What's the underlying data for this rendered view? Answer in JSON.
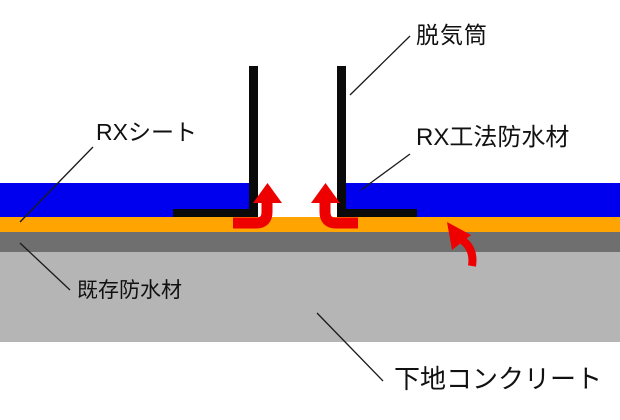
{
  "labels": {
    "vent_pipe": "脱気筒",
    "rx_sheet": "RXシート",
    "rx_method_waterproofing": "RX工法防水材",
    "existing_waterproofing": "既存防水材",
    "base_concrete": "下地コンクリート"
  },
  "layers": [
    {
      "name": "rx-sheet",
      "label": "RXシート",
      "color_key": "rx_sheet_blue"
    },
    {
      "name": "rx-method-waterproofing",
      "label": "RX工法防水材",
      "color_key": "waterproof_orange"
    },
    {
      "name": "existing-waterproofing",
      "label": "既存防水材",
      "color_key": "existing_gray"
    },
    {
      "name": "base-concrete",
      "label": "下地コンクリート",
      "color_key": "concrete_gray"
    }
  ],
  "icons": [
    {
      "name": "airflow-up-left-arrow",
      "meaning": "air escaping upward through vent pipe"
    },
    {
      "name": "airflow-up-right-arrow",
      "meaning": "air escaping upward through vent pipe"
    },
    {
      "name": "moisture-curved-arrow",
      "meaning": "moisture rising from substrate into waterproof layer"
    }
  ],
  "colors": {
    "rx_sheet_blue": "#0000ee",
    "waterproof_orange": "#ffa400",
    "existing_gray": "#6f6f6f",
    "concrete_gray": "#b5b5b5",
    "pipe_black": "#0a0a0a",
    "arrow_red": "#ee0000"
  }
}
